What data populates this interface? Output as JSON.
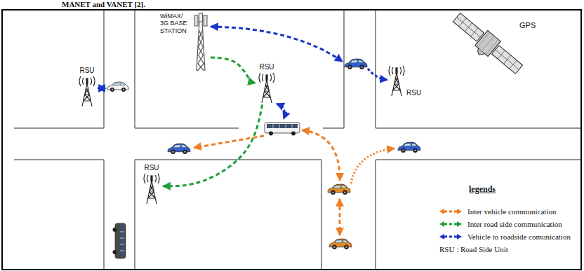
{
  "diagram": {
    "nodes": [
      {
        "text": [
          "WiMAX/ 3G BASE STATION"
        ]
      },
      {
        "text": [
          "RSU"
        ]
      },
      {
        "text": [
          "RSU"
        ]
      },
      {
        "text": [
          "RSU"
        ]
      },
      {
        "text": [
          "RSU"
        ]
      }
    ],
    "edges": [
      {
        "from": 0,
        "to": 2,
        "arrow": "to"
      },
      {
        "from": 2,
        "to": 4,
        "arrow": "to"
      }
    ],
    "labels": [
      "MANET and VANET [2].",
      "GPS",
      "legends",
      "RSU : Road Side Unit"
    ],
    "legend": [
      {
        "text": "Inter vehicle communication"
      },
      {
        "text": "Inter road side communication"
      },
      {
        "text": "Vehicle to roadside comunication"
      }
    ]
  }
}
